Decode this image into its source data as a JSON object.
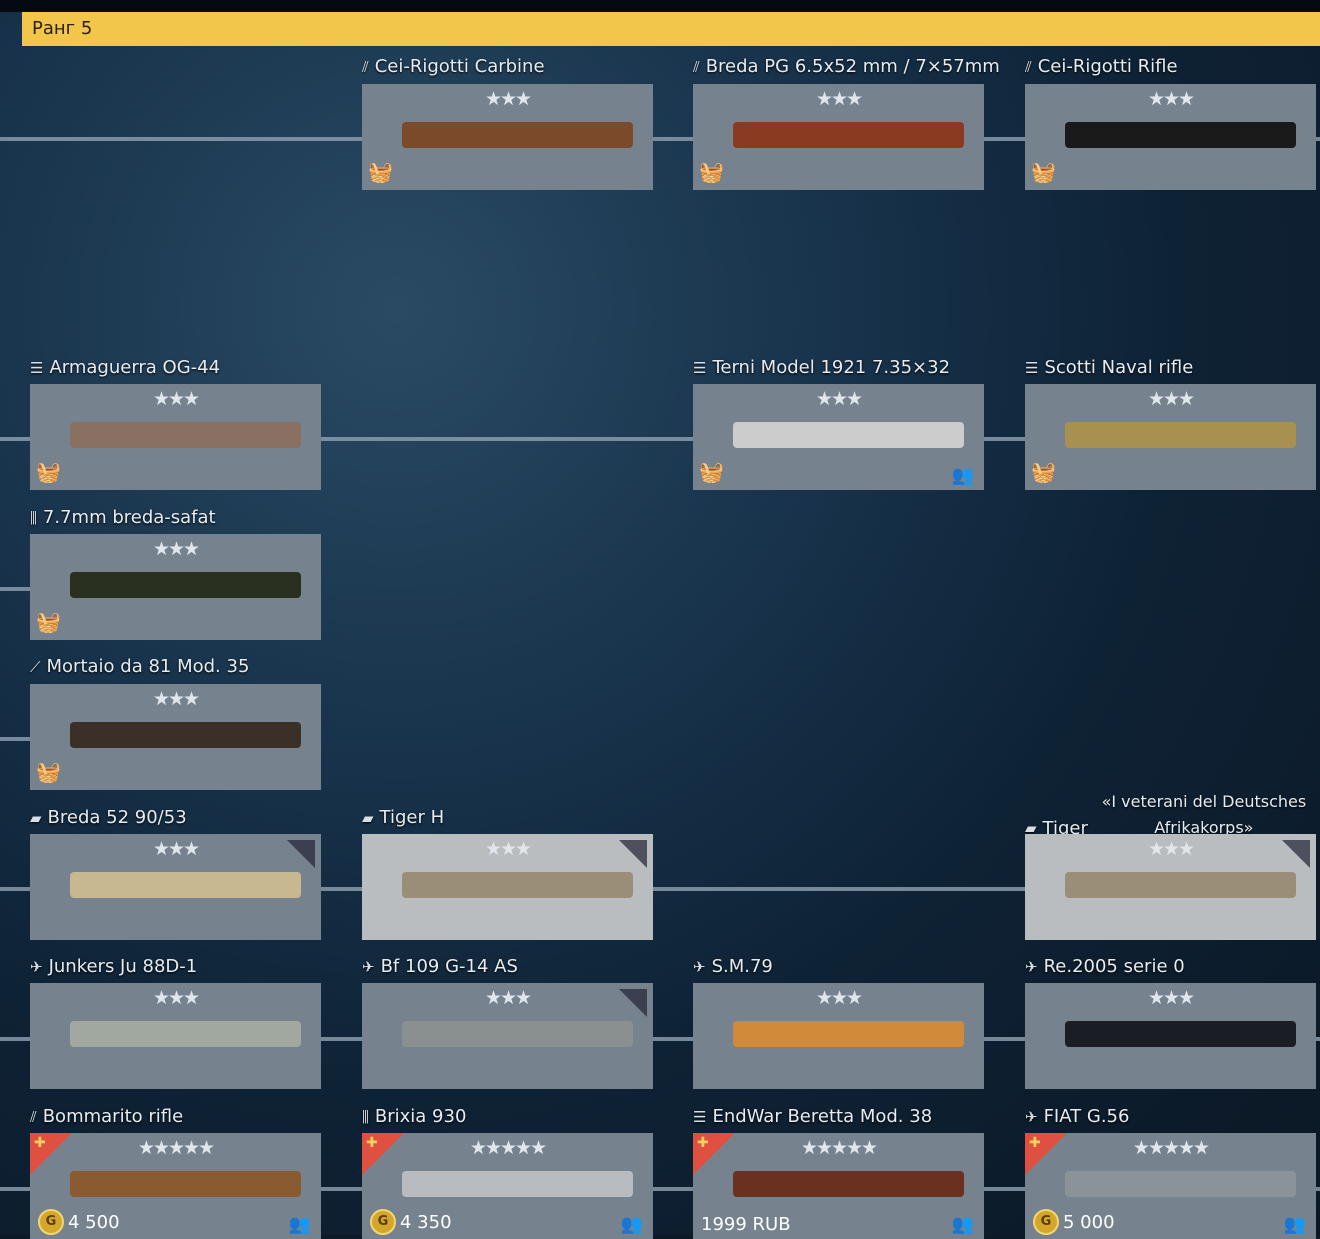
{
  "rank_title": "Ранг 5",
  "accent": "#f2c64a",
  "cards": [
    {
      "name": "Cei-Rigotti Carbine",
      "type": "rifle-icon",
      "stars": "★★★",
      "basket": true,
      "color": "#7a4a2a"
    },
    {
      "name": "Breda PG 6.5x52 mm / 7×57mm",
      "type": "rifle-icon",
      "stars": "★★★",
      "basket": true,
      "color": "#8a3a20"
    },
    {
      "name": "Cei-Rigotti Rifle",
      "type": "rifle-icon",
      "stars": "★★★",
      "basket": true,
      "color": "#1a1a1a"
    },
    {
      "name": "Armaguerra OG-44",
      "type": "smg-icon",
      "stars": "★★★",
      "basket": true,
      "color": "#8a7060"
    },
    {
      "name": "Terni Model 1921 7.35×32",
      "type": "smg-icon",
      "stars": "★★★",
      "basket": true,
      "squad": true,
      "color": "#cccccc"
    },
    {
      "name": "Scotti Naval rifle",
      "type": "smg-icon",
      "stars": "★★★",
      "basket": true,
      "color": "#a89050"
    },
    {
      "name": "7.7mm breda-safat",
      "type": "mg-icon",
      "stars": "★★★",
      "basket": true,
      "color": "#2a3020"
    },
    {
      "name": "Mortaio da 81 Mod. 35",
      "type": "mortar-icon",
      "stars": "★★★",
      "basket": true,
      "color": "#3a3028"
    },
    {
      "name": "Breda 52 90/53",
      "type": "tank-icon",
      "stars": "★★★",
      "corner": true,
      "color": "#c8b890"
    },
    {
      "name": "Tiger H",
      "type": "tank-icon",
      "stars": "★★★",
      "corner": true,
      "light": true,
      "color": "#9a8e78"
    },
    {
      "name": "Tiger",
      "subtitle": "«I veterani del Deutsches Afrikakorps»",
      "type": "tank-icon",
      "stars": "★★★",
      "corner": true,
      "light": true,
      "color": "#9a8e78"
    },
    {
      "name": "Junkers Ju 88D-1",
      "type": "plane-icon",
      "stars": "★★★",
      "color": "#a0a8a0"
    },
    {
      "name": "Bf 109 G-14 AS",
      "type": "plane-icon",
      "stars": "★★★",
      "corner": true,
      "color": "#8a9090"
    },
    {
      "name": "S.M.79",
      "type": "plane-icon",
      "stars": "★★★",
      "color": "#d08a3a"
    },
    {
      "name": "Re.2005 serie 0",
      "type": "plane-icon",
      "stars": "★★★",
      "color": "#1a1e24"
    },
    {
      "name": "Bommarito rifle",
      "type": "rifle-icon",
      "stars": "★★★★★",
      "premium": true,
      "price": "4 500",
      "squad": true,
      "color": "#8a5a30"
    },
    {
      "name": "Brixia 930",
      "type": "mg-icon",
      "stars": "★★★★★",
      "premium": true,
      "price": "4 350",
      "squad": true,
      "color": "#b8bcc0"
    },
    {
      "name": "EndWar Beretta Mod. 38",
      "type": "smg-icon",
      "stars": "★★★★★",
      "premium": true,
      "price": "1999 RUB",
      "squad": true,
      "color": "#6a3020"
    },
    {
      "name": "FIAT G.56",
      "type": "plane-icon",
      "stars": "★★★★★",
      "premium": true,
      "price": "5 000",
      "squad": true,
      "color": "#8a9498"
    }
  ]
}
